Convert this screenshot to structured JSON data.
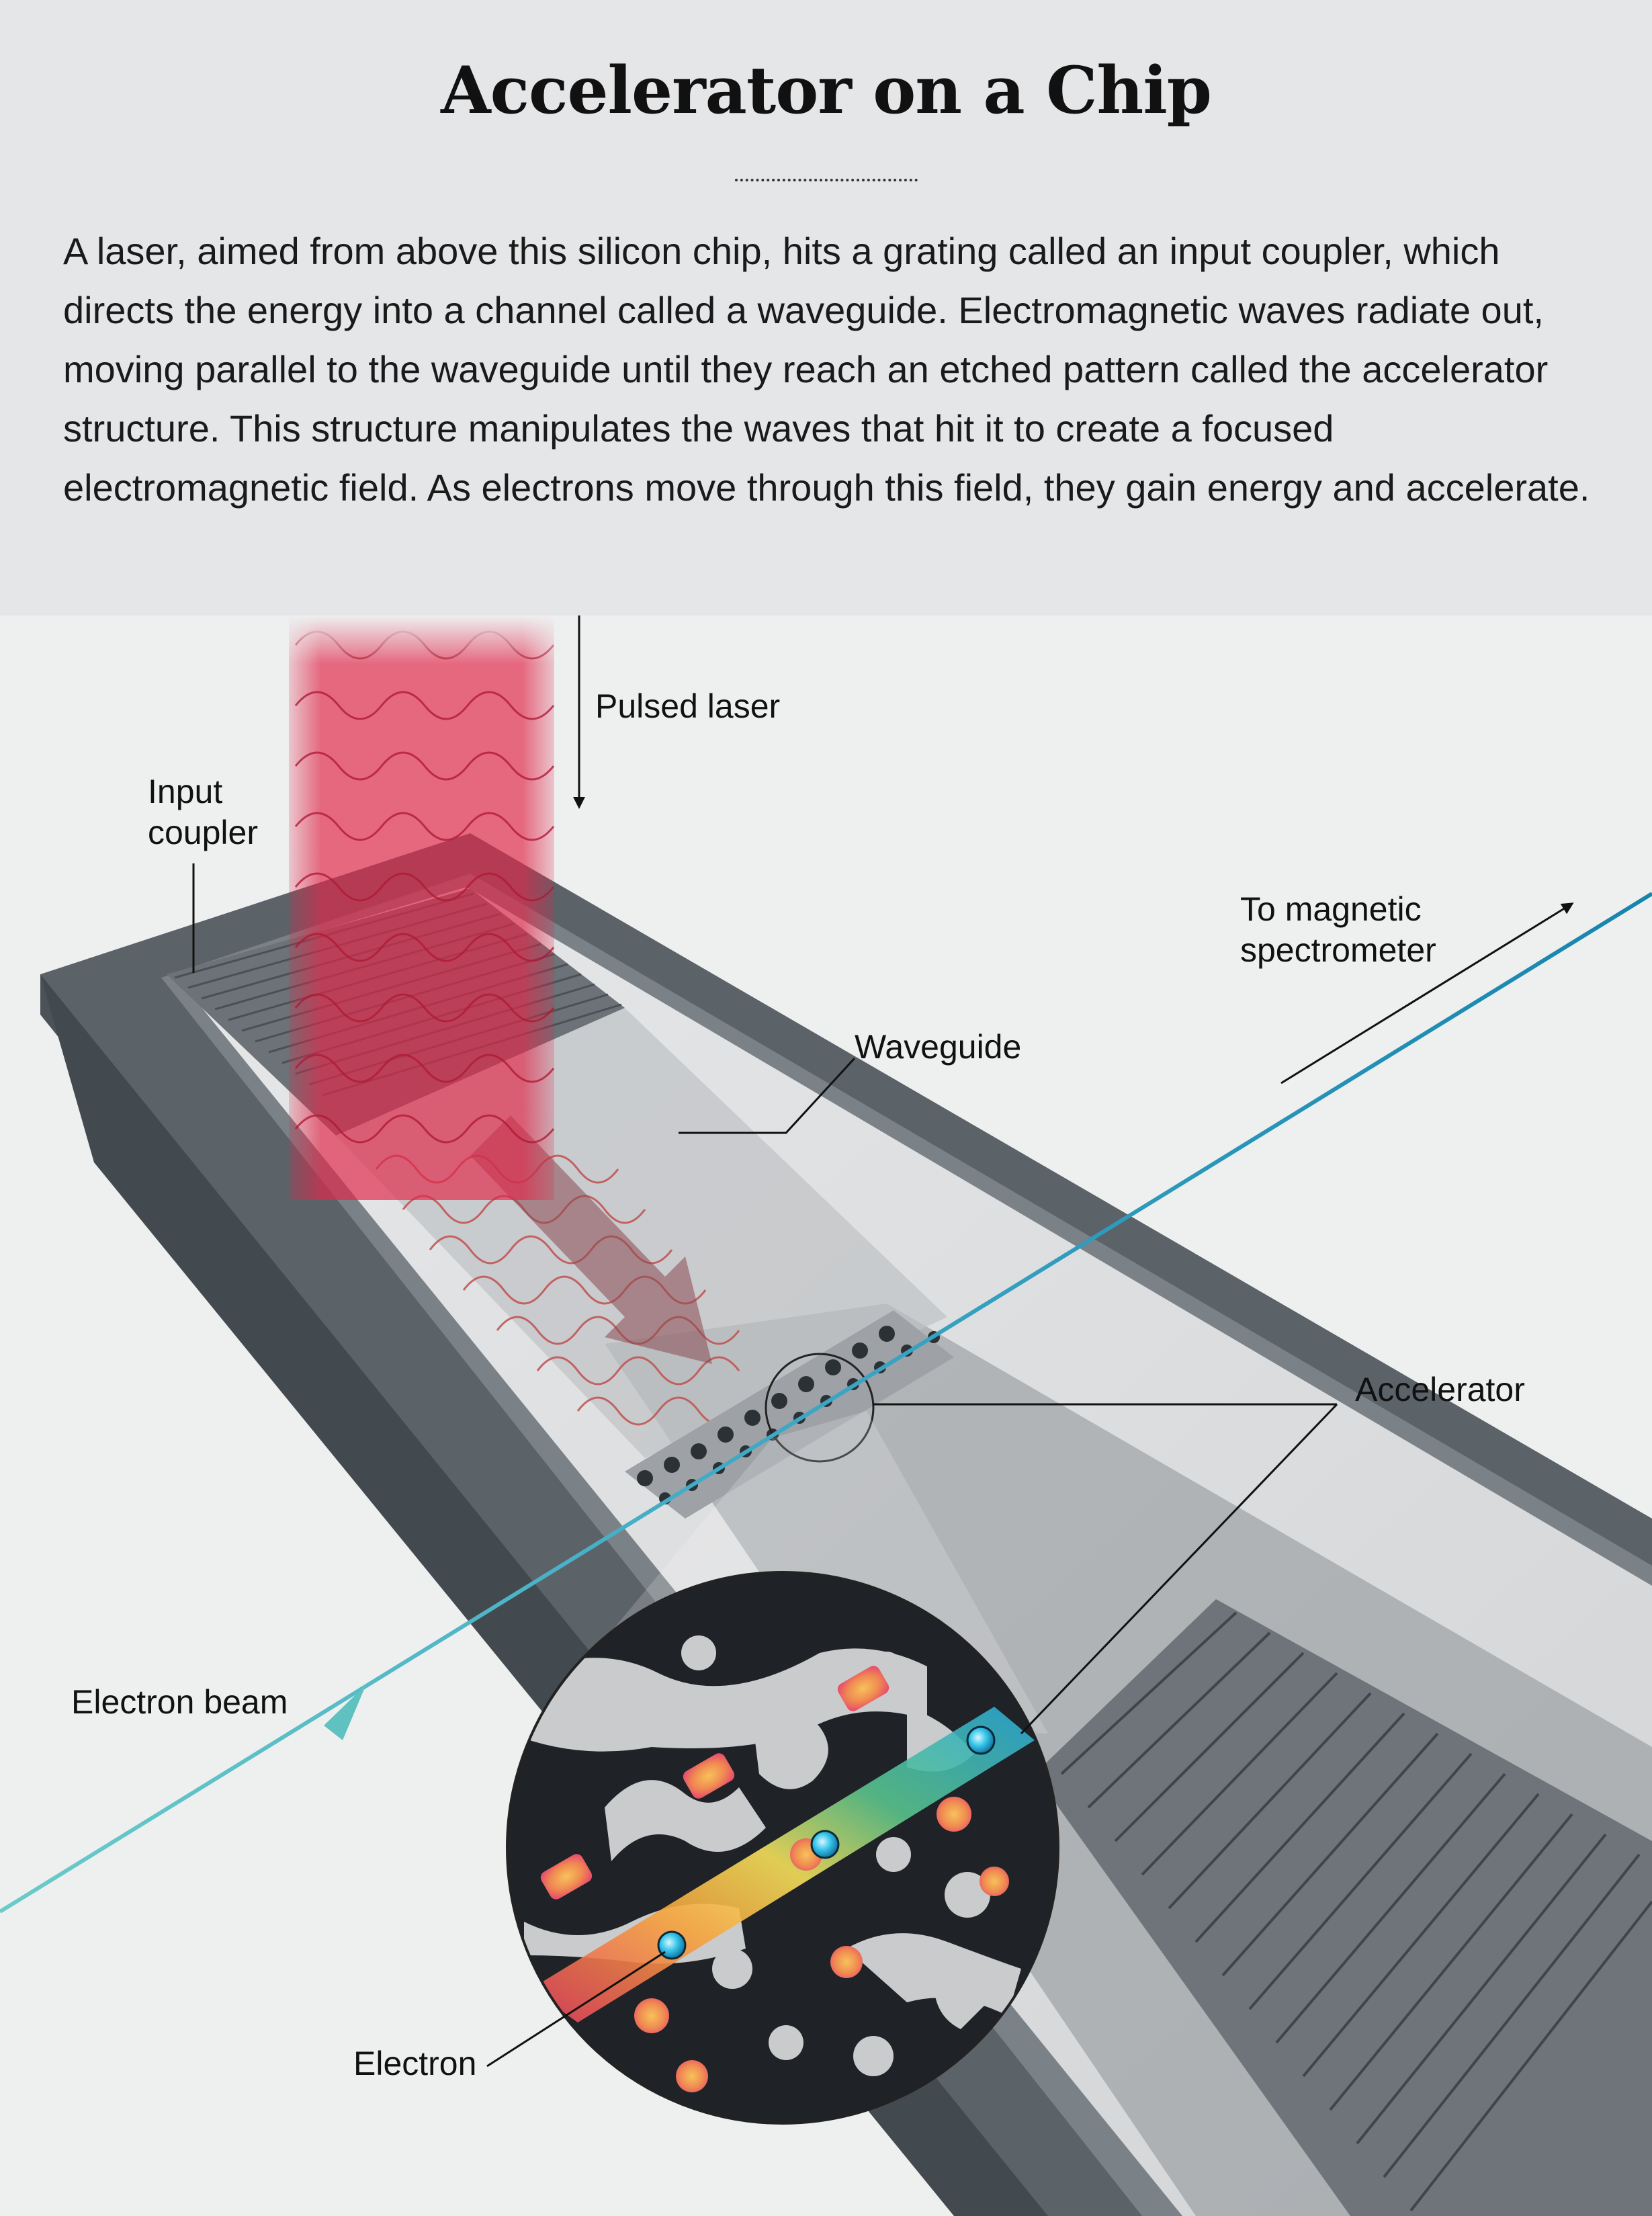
{
  "title": "Accelerator on a Chip",
  "caption": "A laser, aimed from above this silicon chip, hits a grating called an input coupler, which directs the energy into a channel called a waveguide. Electromagnetic waves radiate out, moving parallel to the waveguide until they reach an etched pattern called the accelerator structure. This structure manipulates the waves that hit it to create a focused electromagnetic field. As electrons move through this field, they gain energy and accelerate.",
  "labels": {
    "pulsed_laser": "Pulsed laser",
    "input_coupler_line1": "Input",
    "input_coupler_line2": "coupler",
    "to_spectrometer_line1": "To magnetic",
    "to_spectrometer_line2": "spectrometer",
    "waveguide": "Waveguide",
    "accelerator": "Accelerator",
    "electron_beam": "Electron beam",
    "electron": "Electron"
  },
  "colors": {
    "header_bg": "#e5e6e7",
    "page_bg": "#eef0f0",
    "chip_top": "#5b6268",
    "chip_side": "#4c5358",
    "laser": "#e0284a",
    "electron_beam": "#1f8fb5",
    "electron": "#39c6ea"
  }
}
